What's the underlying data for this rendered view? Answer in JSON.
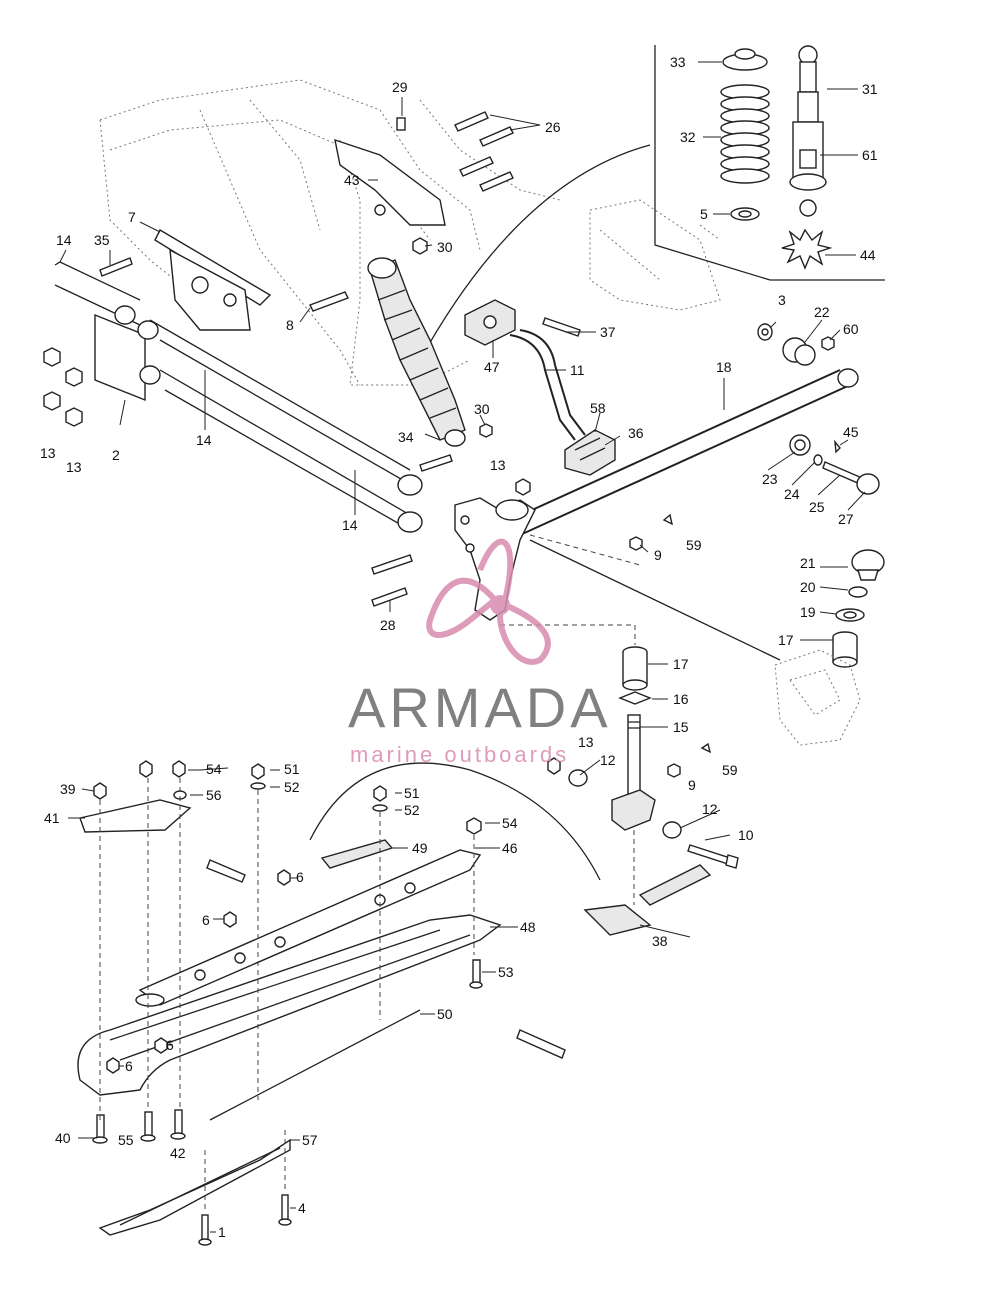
{
  "logo": {
    "name": "ARMADA",
    "tagline": "marine outboards",
    "color_text": "#6b6b6b",
    "color_accent": "#d98bb0"
  },
  "callouts": {
    "c1": "1",
    "c2": "2",
    "c3": "3",
    "c4": "4",
    "c5": "5",
    "c6a": "6",
    "c6b": "6",
    "c6c": "6",
    "c6d": "6",
    "c7": "7",
    "c8": "8",
    "c9a": "9",
    "c9b": "9",
    "c10": "10",
    "c11": "11",
    "c12a": "12",
    "c12b": "12",
    "c13a": "13",
    "c13b": "13",
    "c13c": "13",
    "c13d": "13",
    "c14a": "14",
    "c14b": "14",
    "c14c": "14",
    "c15": "15",
    "c16": "16",
    "c17a": "17",
    "c17b": "17",
    "c18": "18",
    "c19": "19",
    "c20": "20",
    "c21": "21",
    "c22": "22",
    "c23": "23",
    "c24": "24",
    "c25": "25",
    "c26": "26",
    "c27": "27",
    "c28": "28",
    "c29": "29",
    "c30a": "30",
    "c30b": "30",
    "c31": "31",
    "c32": "32",
    "c33": "33",
    "c34": "34",
    "c35": "35",
    "c36": "36",
    "c37": "37",
    "c38": "38",
    "c39": "39",
    "c40": "40",
    "c41": "41",
    "c42": "42",
    "c43": "43",
    "c44": "44",
    "c45": "45",
    "c46": "46",
    "c47": "47",
    "c48": "48",
    "c49": "49",
    "c50": "50",
    "c51a": "51",
    "c51b": "51",
    "c52a": "52",
    "c52b": "52",
    "c53": "53",
    "c54a": "54",
    "c54b": "54",
    "c55": "55",
    "c56": "56",
    "c57": "57",
    "c58": "58",
    "c59a": "59",
    "c59b": "59",
    "c60": "60",
    "c61": "61"
  }
}
